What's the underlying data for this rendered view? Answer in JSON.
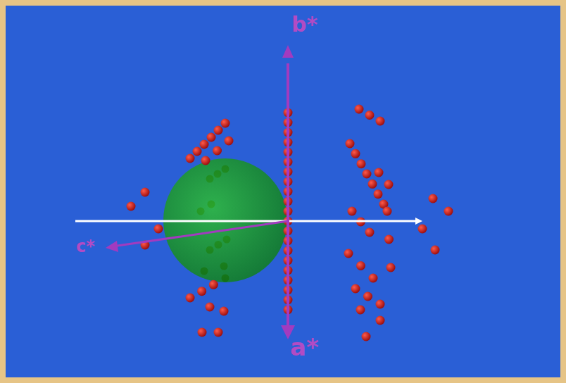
{
  "diagram": {
    "labels": [
      "b*",
      "c*",
      "a*"
    ]
  }
}
